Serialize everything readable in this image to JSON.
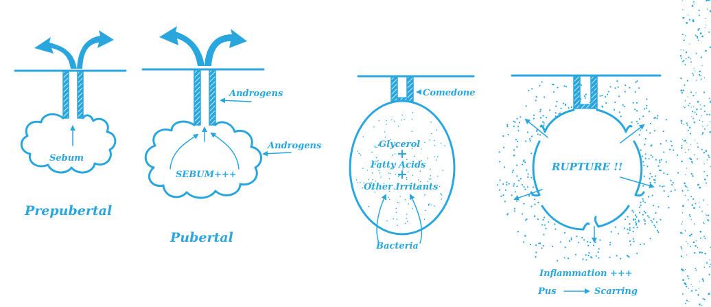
{
  "colors": {
    "ink": "#2aa6df",
    "background": "#ffffff"
  },
  "stages": [
    {
      "title": "Prepubertal",
      "labels": [
        "Sebum"
      ]
    },
    {
      "title": "Pubertal",
      "labels": [
        "Androgens",
        "Androgens",
        "SEBUM+++"
      ]
    },
    {
      "title": "",
      "labels": [
        "Comedone",
        "Glycerol",
        "+",
        "Fatty Acids",
        "+",
        "Other Irritants",
        "Bacteria"
      ]
    },
    {
      "title": "",
      "labels": [
        "RUPTURE !!",
        "Inflammation +++",
        "Pus",
        "Scarring"
      ]
    }
  ]
}
